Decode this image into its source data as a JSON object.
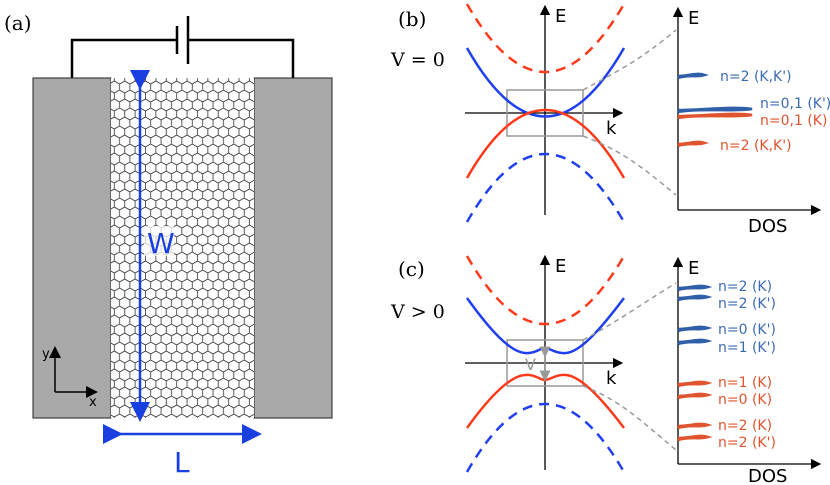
{
  "panel_a": {
    "label": "(a)",
    "width_label": "W",
    "length_label": "L",
    "axis_y": "y",
    "axis_x": "x"
  },
  "panel_b": {
    "label": "(b)",
    "bias": "V = 0",
    "band_axis_e": "E",
    "band_axis_k": "k",
    "dos_axis_e": "E",
    "dos_axis_label": "DOS",
    "levels": [
      {
        "text": "n=2 (K,K')",
        "color": "#3d6bb3"
      },
      {
        "text": "n=0,1 (K')",
        "color": "#3d6bb3"
      },
      {
        "text": "n=0,1 (K)",
        "color": "#e0542e"
      },
      {
        "text": "n=2 (K,K')",
        "color": "#e0542e"
      }
    ]
  },
  "panel_c": {
    "label": "(c)",
    "bias": "V > 0",
    "band_axis_e": "E",
    "band_axis_k": "k",
    "gap_label": "V",
    "dos_axis_e": "E",
    "dos_axis_label": "DOS",
    "levels": [
      {
        "text": "n=2 (K)",
        "color": "#3d6bb3"
      },
      {
        "text": "n=2 (K')",
        "color": "#3d6bb3"
      },
      {
        "text": "n=0 (K')",
        "color": "#3d6bb3"
      },
      {
        "text": "n=1 (K')",
        "color": "#3d6bb3"
      },
      {
        "text": "n=1 (K)",
        "color": "#e0542e"
      },
      {
        "text": "n=0 (K)",
        "color": "#e0542e"
      },
      {
        "text": "n=2 (K)",
        "color": "#e0542e"
      },
      {
        "text": "n=2 (K')",
        "color": "#e0542e"
      }
    ]
  },
  "colors": {
    "blue": "#1f3ff0",
    "red": "#ff3a1a",
    "dos_blue": "#2f5fa8",
    "dos_red": "#e0542e",
    "electrode": "#a9a9a9",
    "arrow_blue": "#1a3fe0"
  }
}
